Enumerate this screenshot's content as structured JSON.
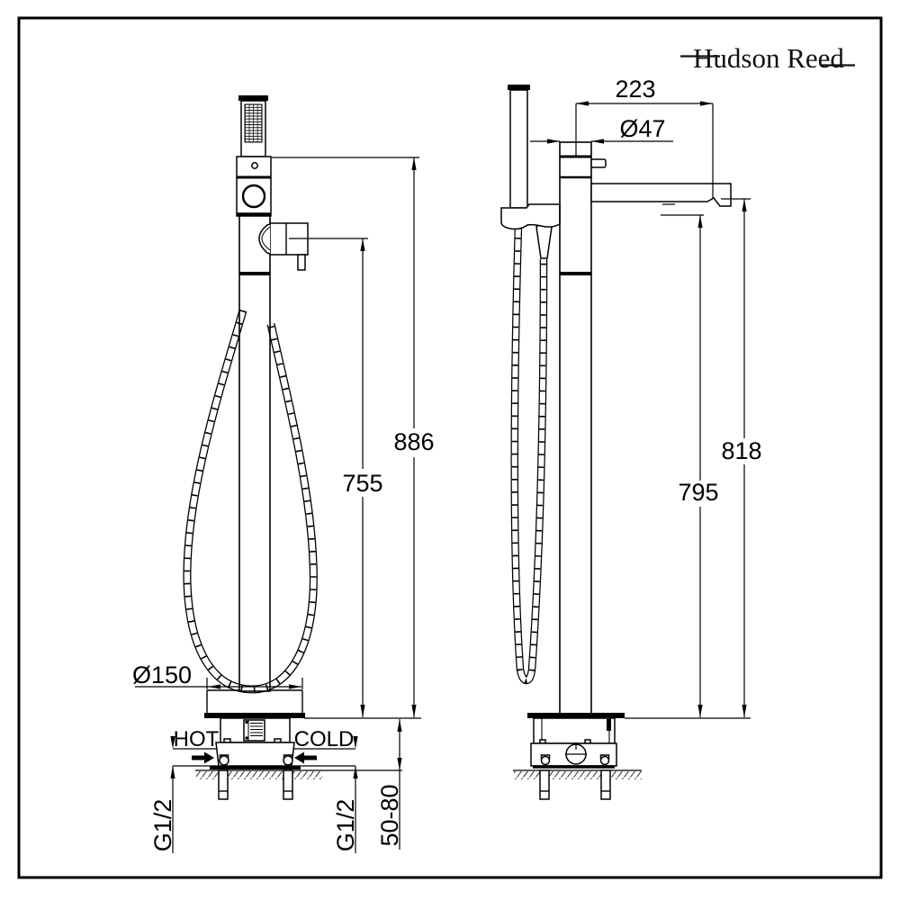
{
  "brand": {
    "name": "Hudson Reed"
  },
  "colors": {
    "line": "#000000",
    "background": "#ffffff"
  },
  "annotations": {
    "front": {
      "overall_height": "886",
      "spout_height": "755",
      "base_diameter": "Ø150",
      "hot_label": "HOT",
      "cold_label": "COLD",
      "hot_thread": "G1/2",
      "cold_thread": "G1/2",
      "floor_range": "50-80"
    },
    "side": {
      "spout_reach": "223",
      "column_diameter": "Ø47",
      "spout_tip_height": "818",
      "outlet_height": "795"
    }
  }
}
